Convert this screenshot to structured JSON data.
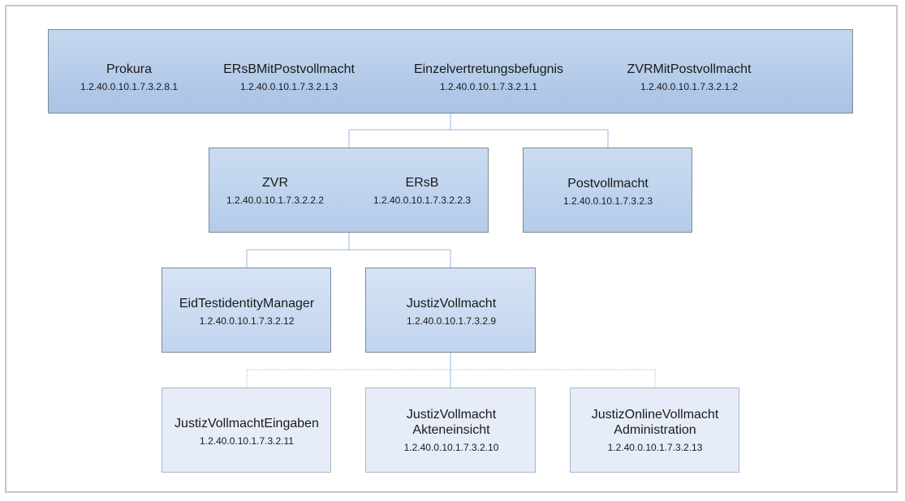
{
  "diagram": {
    "level1": [
      {
        "name": "Prokura",
        "oid": "1.2.40.0.10.1.7.3.2.8.1"
      },
      {
        "name": "ERsBMitPostvollmacht",
        "oid": "1.2.40.0.10.1.7.3.2.1.3"
      },
      {
        "name": "Einzelvertretungsbefugnis",
        "oid": "1.2.40.0.10.1.7.3.2.1.1"
      },
      {
        "name": "ZVRMitPostvollmacht",
        "oid": "1.2.40.0.10.1.7.3.2.1.2"
      }
    ],
    "level2_group": [
      {
        "name": "ZVR",
        "oid": "1.2.40.0.10.1.7.3.2.2.2"
      },
      {
        "name": "ERsB",
        "oid": "1.2.40.0.10.1.7.3.2.2.3"
      }
    ],
    "level2_single": {
      "name": "Postvollmacht",
      "oid": "1.2.40.0.10.1.7.3.2.3"
    },
    "level3": [
      {
        "name": "EidTestidentityManager",
        "oid": "1.2.40.0.10.1.7.3.2.12"
      },
      {
        "name": "JustizVollmacht",
        "oid": "1.2.40.0.10.1.7.3.2.9"
      }
    ],
    "level4": [
      {
        "name": "JustizVollmachtEingaben",
        "oid": "1.2.40.0.10.1.7.3.2.11"
      },
      {
        "name": "JustizVollmacht Akteneinsicht",
        "name_line1": "JustizVollmacht",
        "name_line2": "Akteneinsicht",
        "oid": "1.2.40.0.10.1.7.3.2.10"
      },
      {
        "name": "JustizOnlineVollmacht Administration",
        "name_line1": "JustizOnlineVollmacht",
        "name_line2": "Administration",
        "oid": "1.2.40.0.10.1.7.3.2.13"
      }
    ],
    "colors": {
      "connector": "#9ab7dd",
      "box_border": "#7f8a99",
      "frame_border": "#c8c8c8"
    }
  }
}
